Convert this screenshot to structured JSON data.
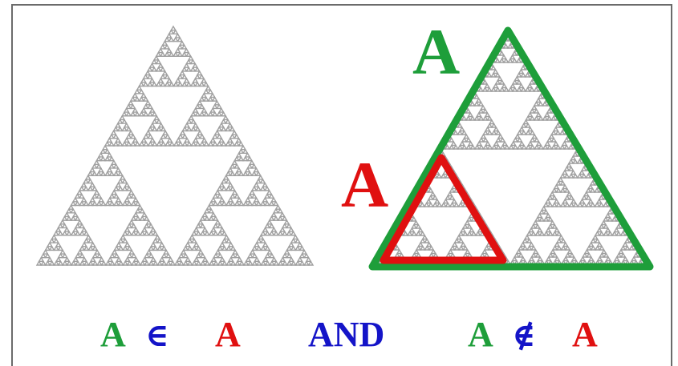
{
  "labels": {
    "outer_set": "A",
    "inner_set": "A"
  },
  "statement": {
    "left_lhs": "A",
    "left_op": "∈",
    "left_rhs": "A",
    "connector": "AND",
    "right_lhs": "A",
    "right_op": "∉",
    "right_rhs": "A"
  },
  "colors": {
    "fractal": "#a0a0a0",
    "green": "#1e9e3a",
    "red": "#e01010",
    "blue": "#1414c8",
    "frame": "#6b6b6b"
  },
  "fractal_depth": 6
}
